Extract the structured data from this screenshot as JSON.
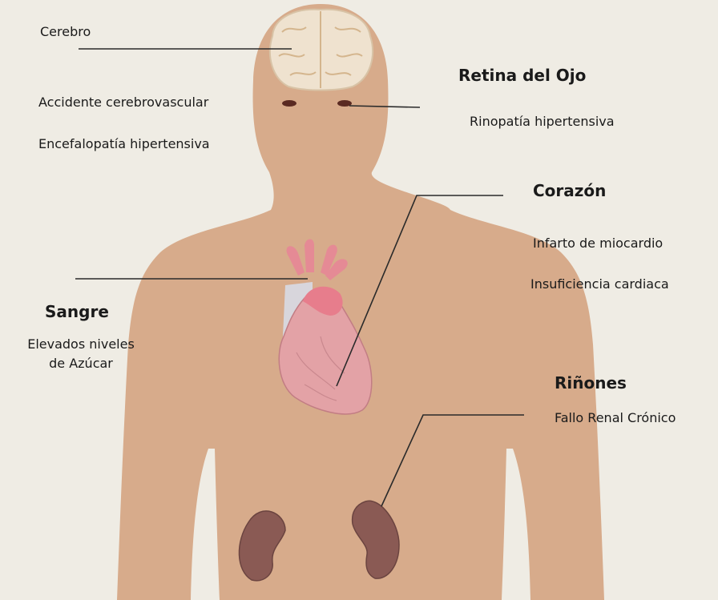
{
  "colors": {
    "background": "#efece4",
    "body": "#d7ab8b",
    "leader_line": "#2a2a2a",
    "kidney": "#8a5a54",
    "heart": "#e3a2a6",
    "brain": "#efe2cf"
  },
  "labels": {
    "cerebro": "Cerebro",
    "accidente": "Accidente cerebrovascular",
    "encefalopatia": "Encefalopatía hipertensiva",
    "retina_title": "Retina del Ojo",
    "rinopatia": "Rinopatía hipertensiva",
    "corazon_title": "Corazón",
    "infarto": "Infarto de miocardio",
    "insuficiencia": "Insuficiencia cardiaca",
    "sangre_title": "Sangre",
    "sangre_line1": "Elevados niveles",
    "sangre_line2": "de Azúcar",
    "rinones_title": "Riñones",
    "fallo_renal": "Fallo Renal Crónico"
  }
}
